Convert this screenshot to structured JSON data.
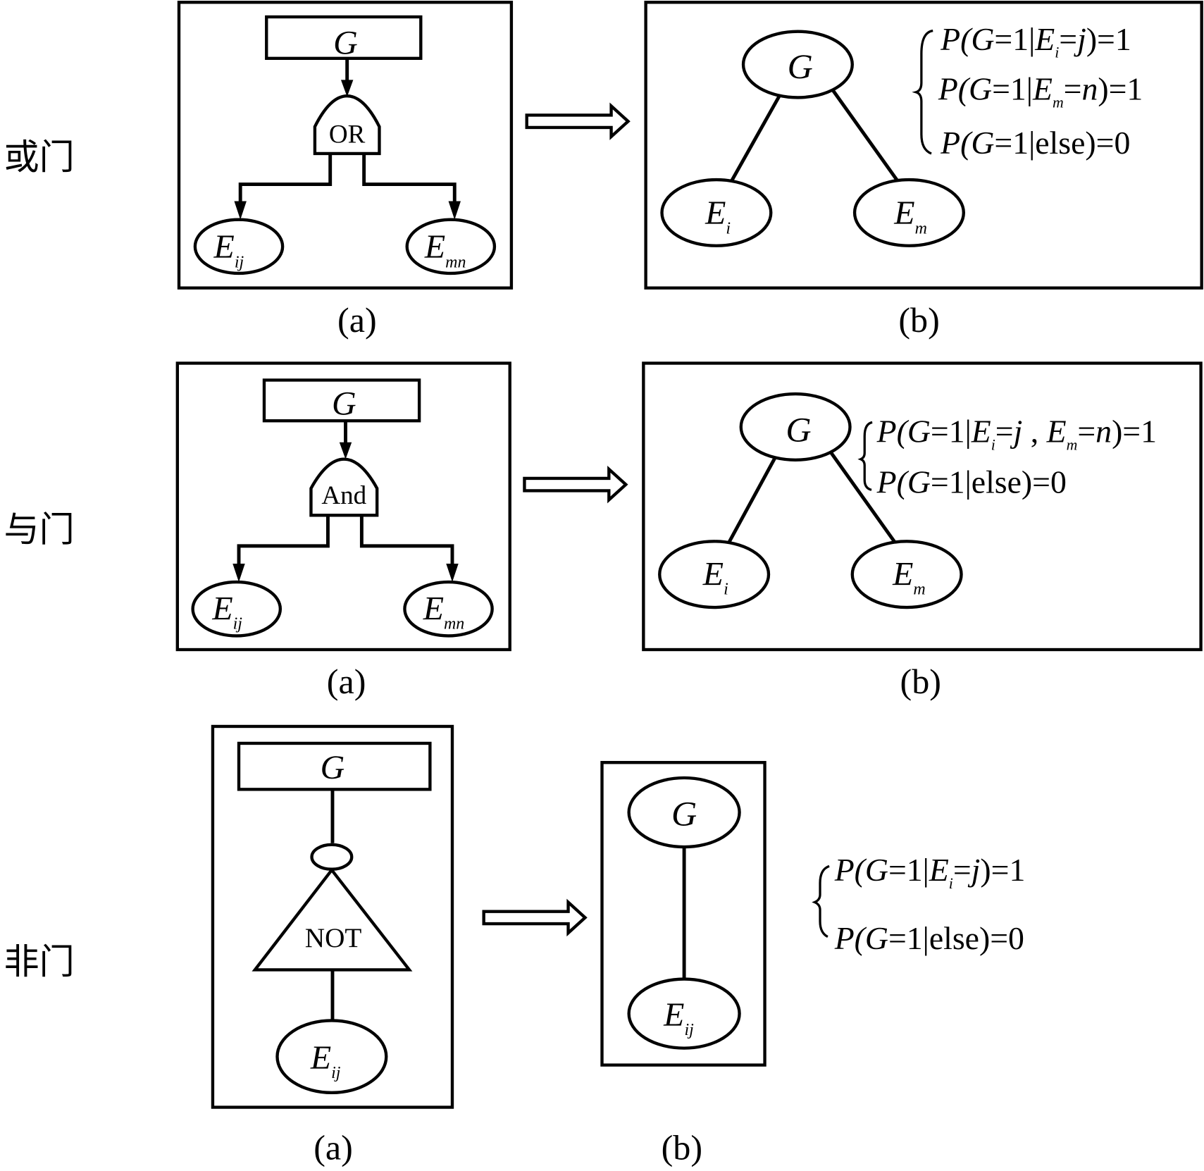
{
  "rows": [
    {
      "gate_label": "或门",
      "gate_type": "OR",
      "top_event": "G",
      "children": [
        {
          "base": "E",
          "sub": "ij"
        },
        {
          "base": "E",
          "sub": "mn"
        }
      ],
      "bn_nodes": [
        {
          "base": "G",
          "sub": ""
        },
        {
          "base": "E",
          "sub": "i"
        },
        {
          "base": "E",
          "sub": "m"
        }
      ],
      "equations": [
        {
          "pre": "P(G=1|",
          "var": "E",
          "sub": "i",
          "post": "=j)=1"
        },
        {
          "pre": "P(G=1|",
          "var": "E",
          "sub": "m",
          "post": "=n)=1"
        },
        {
          "pre": "P(G=1|else)=0",
          "var": "",
          "sub": "",
          "post": ""
        }
      ],
      "caption_a": "(a)",
      "caption_b": "(b)"
    },
    {
      "gate_label": "与门",
      "gate_type": "And",
      "top_event": "G",
      "children": [
        {
          "base": "E",
          "sub": "ij"
        },
        {
          "base": "E",
          "sub": "mn"
        }
      ],
      "bn_nodes": [
        {
          "base": "G",
          "sub": ""
        },
        {
          "base": "E",
          "sub": "i"
        },
        {
          "base": "E",
          "sub": "m"
        }
      ],
      "equations": [
        {
          "text": "P(G=1|E_i=j , E_m=n)=1"
        },
        {
          "text": "P(G=1|else)=0"
        }
      ],
      "caption_a": "(a)",
      "caption_b": "(b)"
    },
    {
      "gate_label": "非门",
      "gate_type": "NOT",
      "top_event": "G",
      "children": [
        {
          "base": "E",
          "sub": "ij"
        }
      ],
      "bn_nodes": [
        {
          "base": "G",
          "sub": ""
        },
        {
          "base": "E",
          "sub": "ij"
        }
      ],
      "equations": [
        {
          "text": "P(G=1|E_i=j)=1"
        },
        {
          "text": "P(G=1|else)=0"
        }
      ],
      "caption_a": "(a)",
      "caption_b": "(b)"
    }
  ]
}
